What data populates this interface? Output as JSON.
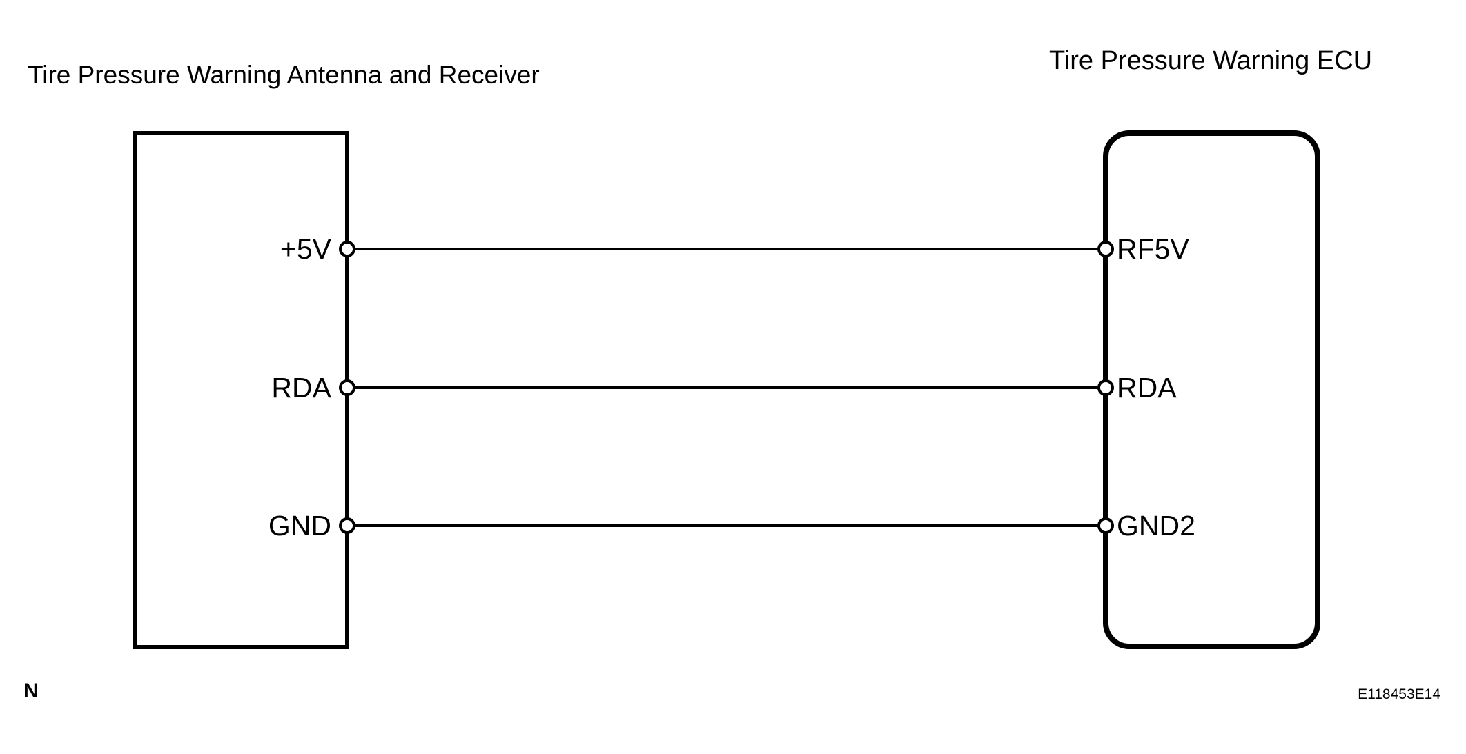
{
  "diagram": {
    "kind": "wiring-diagram",
    "colors": {
      "line": "#000000",
      "background": "#ffffff"
    },
    "left_box": {
      "title": "Tire Pressure Warning Antenna and Receiver",
      "pins": [
        {
          "label": "+5V"
        },
        {
          "label": "RDA"
        },
        {
          "label": "GND"
        }
      ]
    },
    "right_box": {
      "title": "Tire Pressure Warning ECU",
      "pins": [
        {
          "label": "RF5V"
        },
        {
          "label": "RDA"
        },
        {
          "label": "GND2"
        }
      ]
    },
    "connections": [
      {
        "from": "+5V",
        "to": "RF5V"
      },
      {
        "from": "RDA",
        "to": "RDA"
      },
      {
        "from": "GND",
        "to": "GND2"
      }
    ],
    "footer": {
      "note": "N",
      "figure_id": "E118453E14"
    }
  }
}
